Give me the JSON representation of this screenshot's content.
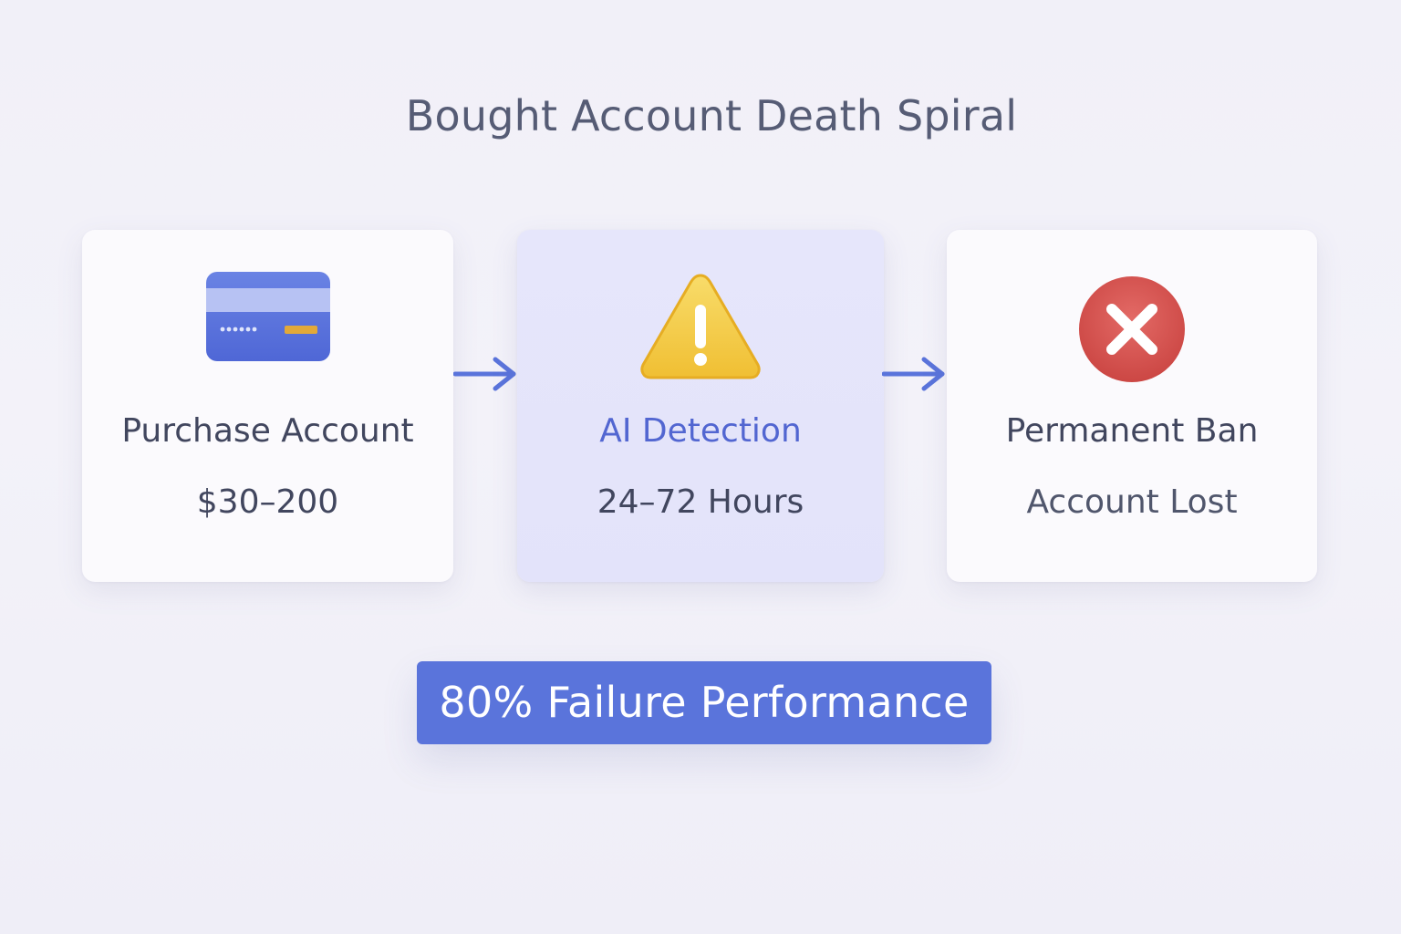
{
  "title": "Bought Account Death Spiral",
  "steps": [
    {
      "label": "Purchase Account",
      "value": "$30–200",
      "icon": "credit-card-icon"
    },
    {
      "label": "AI Detection",
      "value": "24–72 Hours",
      "icon": "warning-triangle-icon"
    },
    {
      "label": "Permanent Ban",
      "value": "Account Lost",
      "icon": "error-x-circle-icon"
    }
  ],
  "connector_icon": "arrow-right-icon",
  "footer_badge": "80% Failure Performance",
  "colors": {
    "background": "#f1f0f8",
    "accent_blue": "#5a74db",
    "highlight_card": "#e4e4fa",
    "warning_yellow": "#f3c53d",
    "error_red": "#d9534f",
    "text_dark": "#41465e"
  }
}
